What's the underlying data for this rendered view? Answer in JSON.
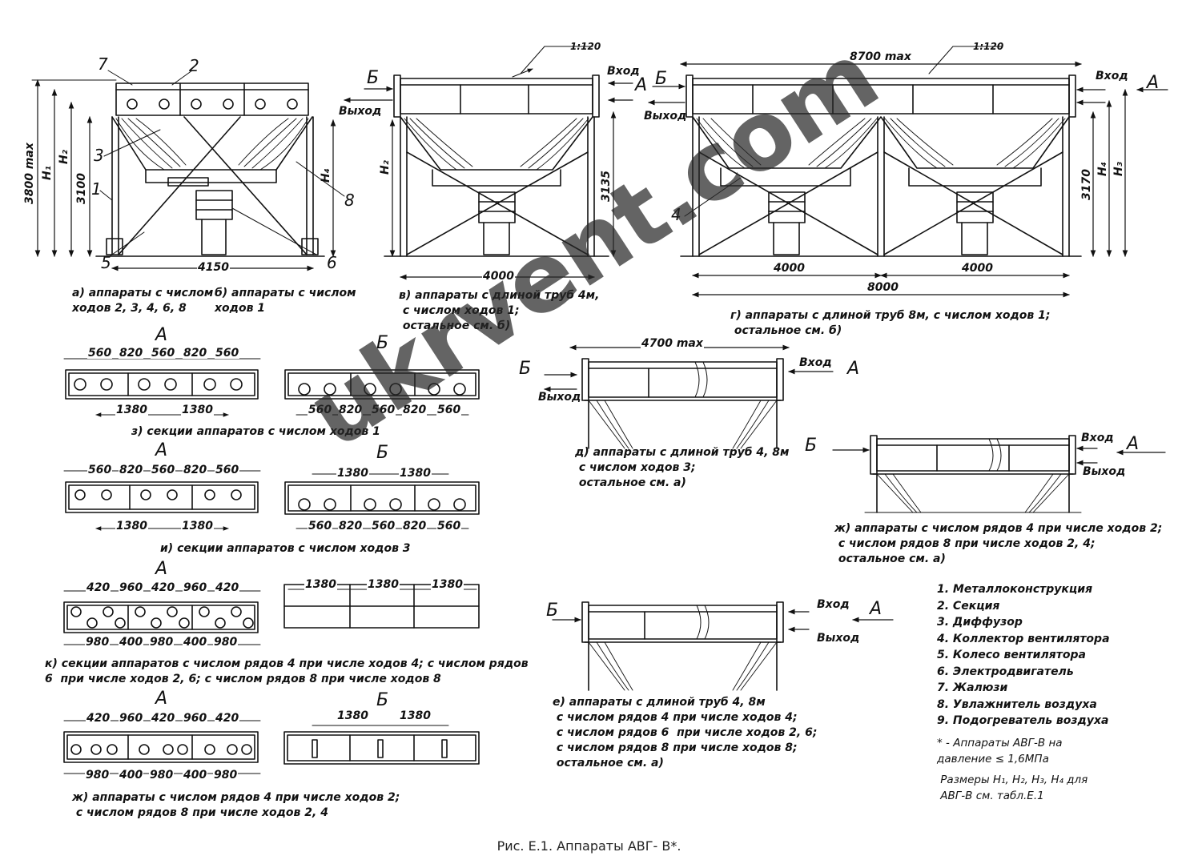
{
  "caption": "Рис. Е.1. Аппараты АВГ- В*.",
  "watermark": "ukrvent.com",
  "views": {
    "a": {
      "labels": [
        "7",
        "2",
        "3",
        "1",
        "8",
        "5",
        "6"
      ],
      "dims": {
        "h_total": "3800 max",
        "h1": "H₁",
        "h2": "H₂",
        "h3100": "3100",
        "h4": "H₄",
        "width": "4150"
      },
      "caption_a": "а) аппараты с числом\nходов 2, 3, 4, 6, 8",
      "caption_b": "б) аппараты с числом\nходов 1"
    },
    "v": {
      "slope": "1:120",
      "b": "Б",
      "a": "А",
      "inlet": "Вход",
      "outlet": "Выход",
      "h2": "H₂",
      "h3135": "3135",
      "width": "4000",
      "caption": "в) аппараты с длиной труб 4м,\n с числом ходов 1;\n остальное см. б)"
    },
    "g": {
      "slope": "1:120",
      "length": "8700 max",
      "b": "Б",
      "a": "А",
      "inlet": "Вход",
      "outlet": "Выход",
      "label4": "4",
      "h3170": "3170",
      "h4": "H₄",
      "h3": "H₃",
      "width1": "4000",
      "width2": "4000",
      "total": "8000",
      "caption": "г) аппараты с длиной труб 8м, с числом ходов 1;\n остальное см. б)"
    },
    "d": {
      "length": "4700 max",
      "b": "Б",
      "a": "А",
      "inlet": "Вход",
      "outlet": "Выход",
      "caption": "д) аппараты с длиной труб 4, 8м\n с числом ходов 3;\n остальное см. а)"
    },
    "zh_right": {
      "b": "Б",
      "a": "А",
      "inlet": "Вход",
      "outlet": "Выход",
      "caption": "ж) аппараты с числом рядов 4 при числе ходов 2;\n с числом рядов 8 при числе ходов 2, 4;\n остальное см. а)"
    },
    "e": {
      "b": "Б",
      "a": "А",
      "inlet": "Вход",
      "outlet": "Выход",
      "caption": "е) аппараты с длиной труб 4, 8м\n с числом рядов 4 при числе ходов 4;\n с числом рядов 6  при числе ходов 2, 6;\n с числом рядов 8 при числе ходов 8;\n остальное см. а)"
    }
  },
  "sections": {
    "z": {
      "a": "А",
      "b": "Б",
      "top_dims": [
        "560",
        "820",
        "560",
        "820",
        "560"
      ],
      "bottom_dims": [
        "1380",
        "1380"
      ],
      "b_dims": [
        "560",
        "820",
        "560",
        "820",
        "560"
      ],
      "caption": "з) секции аппаратов с числом ходов 1"
    },
    "i": {
      "a": "А",
      "b": "Б",
      "top_dims": [
        "560",
        "820",
        "560",
        "820",
        "560"
      ],
      "bottom_dims": [
        "1380",
        "1380"
      ],
      "b_top_dims": [
        "1380",
        "1380"
      ],
      "b_dims": [
        "560",
        "820",
        "560",
        "820",
        "560"
      ],
      "caption": "и) секции аппаратов с числом ходов 3"
    },
    "k": {
      "a": "А",
      "top_dims": [
        "420",
        "960",
        "420",
        "960",
        "420"
      ],
      "bottom_dims": [
        "980",
        "400",
        "980",
        "400",
        "980"
      ],
      "b_dims": [
        "1380",
        "1380",
        "1380"
      ],
      "caption": "к) секции аппаратов с числом рядов 4 при числе ходов 4; с числом рядов\n6  при числе ходов 2, 6; с числом рядов 8 при числе ходов 8"
    },
    "zh": {
      "a": "А",
      "b": "Б",
      "top_dims": [
        "420",
        "960",
        "420",
        "960",
        "420"
      ],
      "bottom_dims": [
        "980",
        "400",
        "980",
        "400",
        "980"
      ],
      "b_dims": [
        "1380",
        "1380"
      ],
      "caption": "ж) аппараты с числом рядов 4 при числе ходов 2;\n с числом рядов 8 при числе ходов 2, 4"
    }
  },
  "legend": [
    "1. Металлоконструкция",
    "2. Секция",
    "3. Диффузор",
    "4. Коллектор вентилятора",
    "5. Колесо вентилятора",
    "6. Электродвигатель",
    "7. Жалюзи",
    "8. Увлажнитель воздуха",
    "9. Подогреватель воздуха"
  ],
  "note1": "* - Аппараты АВГ-В на\nдавление ≤ 1,6МПа",
  "note2": " Размеры H₁, H₂, H₃, H₄ для\n АВГ-В см. табл.Е.1"
}
